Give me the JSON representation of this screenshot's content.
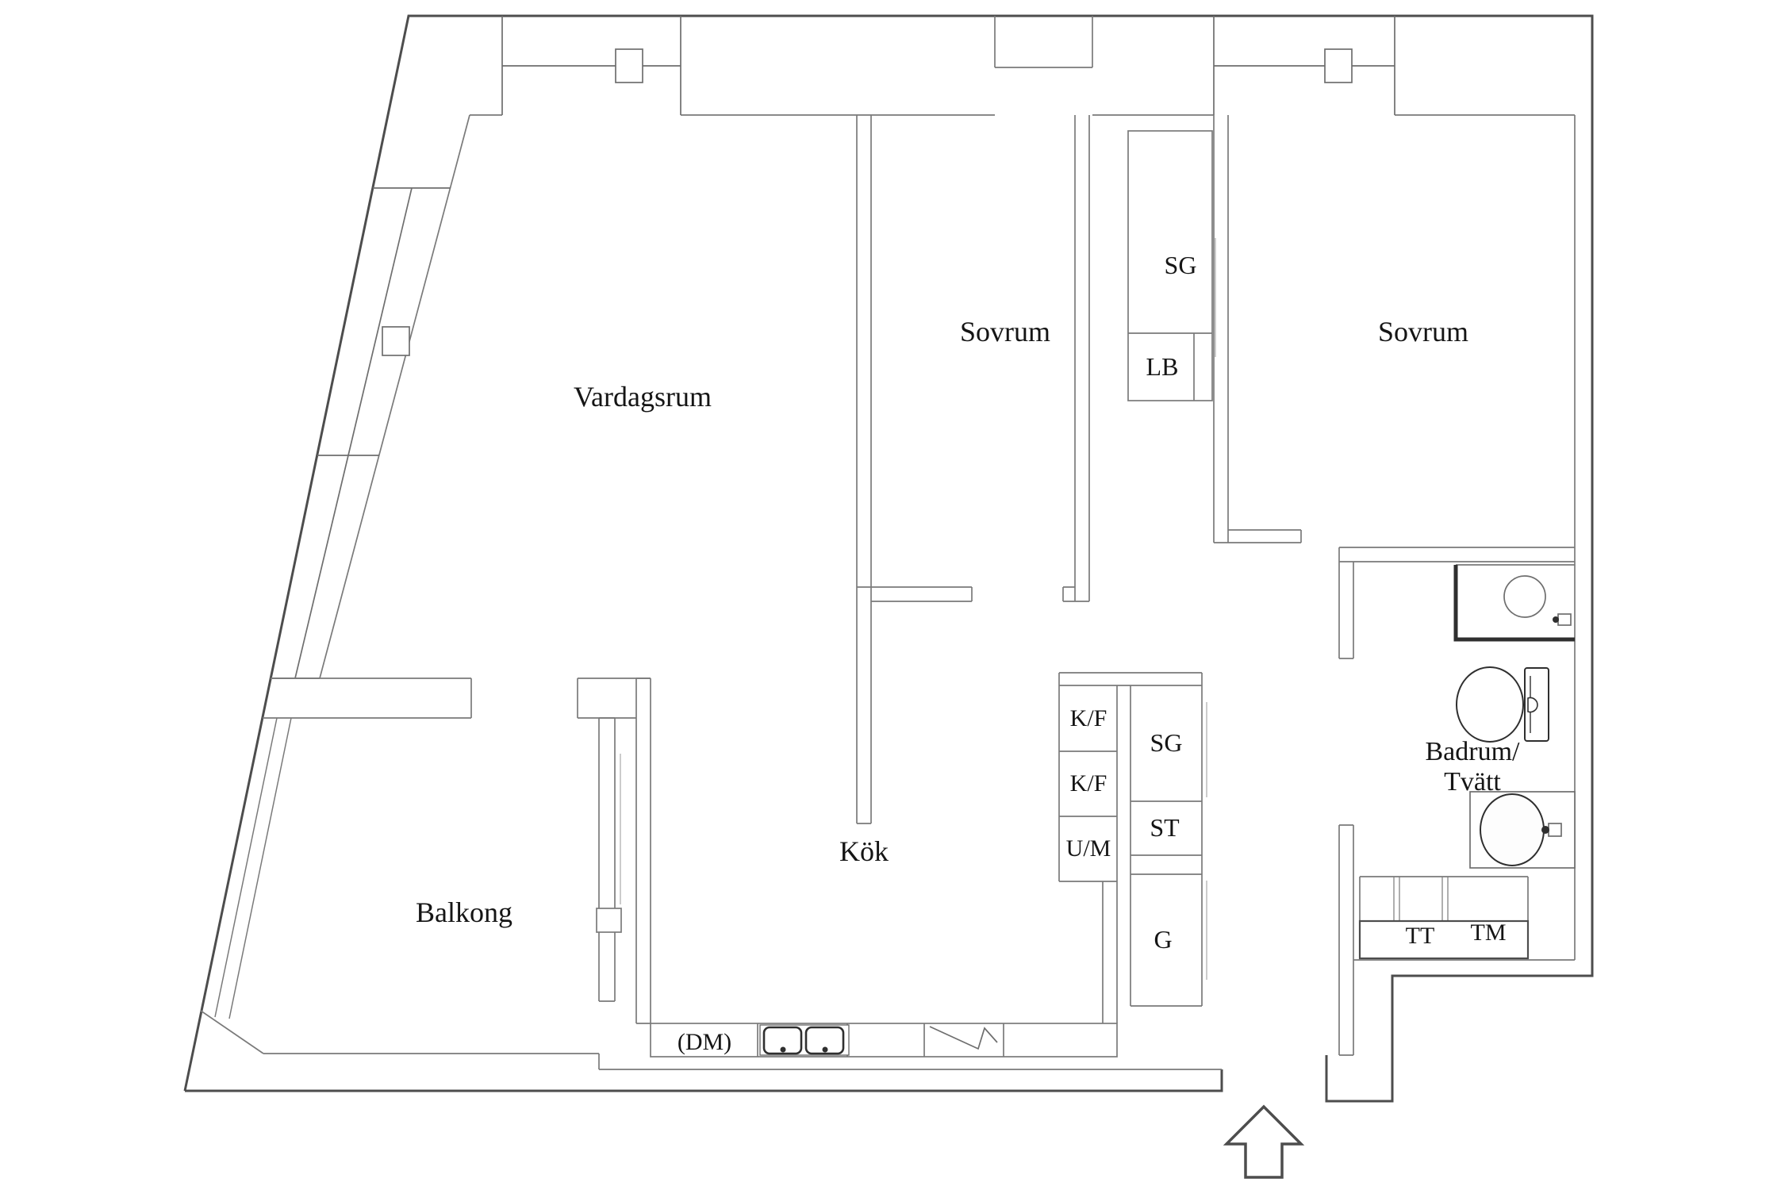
{
  "colors": {
    "wall_dark": "#4d4d4d",
    "wall": "#6e6e6e",
    "wall_light": "#9a9a9a",
    "fixture_dark": "#2f2f2f",
    "text": "#151515",
    "background": "#ffffff"
  },
  "rooms": {
    "vardagsrum": {
      "label": "Vardagsrum"
    },
    "sovrum_left": {
      "label": "Sovrum"
    },
    "sovrum_right": {
      "label": "Sovrum"
    },
    "kok": {
      "label": "Kök"
    },
    "balkong": {
      "label": "Balkong"
    },
    "badrum": {
      "label_line1": "Badrum/",
      "label_line2": "Tvätt"
    }
  },
  "storage_and_appliances": {
    "hall_closet_sg": {
      "label": "SG"
    },
    "hall_closet_lb": {
      "label": "LB"
    },
    "fridge_freezer_1": {
      "label": "K/F"
    },
    "fridge_freezer_2": {
      "label": "K/F"
    },
    "oven_microwave": {
      "label": "U/M"
    },
    "kitchen_closet_sg": {
      "label": "SG"
    },
    "kitchen_closet_st": {
      "label": "ST"
    },
    "kitchen_closet_g": {
      "label": "G"
    },
    "dishwasher": {
      "label": "(DM)"
    },
    "tumble_dryer": {
      "label": "TT"
    },
    "washing_machine": {
      "label": "TM"
    }
  }
}
